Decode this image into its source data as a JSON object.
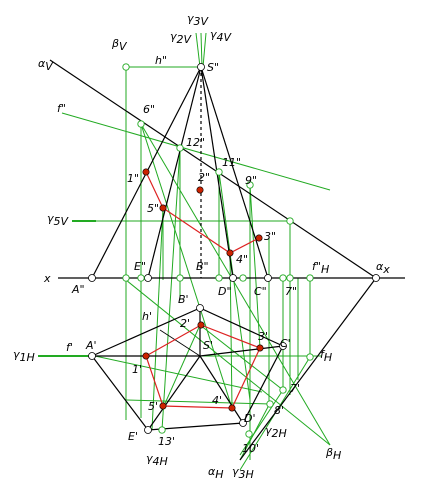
{
  "colors": {
    "black": "#000000",
    "green": "#22aa22",
    "red": "#dd2222",
    "point_fill": "#cc2200"
  },
  "labels": {
    "S2": "S\"",
    "h2": "h\"",
    "beta": "β",
    "betaV": "V",
    "g2": "γ",
    "g2s": "2V",
    "g3": "γ",
    "g3s": "3V",
    "g4": "γ",
    "g4s": "4V",
    "alpha": "α",
    "alphaV": "V",
    "f2": "f\"",
    "p6": "6\"",
    "p12": "12\"",
    "p11": "11\"",
    "p9": "9\"",
    "p1": "1\"",
    "p2": "2\"",
    "p5": "5\"",
    "p3": "3\"",
    "p4": "4\"",
    "g5": "γ",
    "g5s": "5V",
    "x": "x",
    "A2": "A\"",
    "E2": "E\"",
    "B2": "B\"",
    "D2": "D\"",
    "C2": "C\"",
    "p7": "7\"",
    "fH2": "f\"",
    "fH2s": "H",
    "ax": "α",
    "axs": "x",
    "B1": "B'",
    "h1": "h'",
    "p2p": "2'",
    "p3p": "3'",
    "A1": "A'",
    "S1": "S'",
    "C1": "C'",
    "g1": "γ",
    "g1s": "1H",
    "f1": "f'",
    "fH": "f",
    "fHs": "H",
    "p1p": "1'",
    "p7p": "7'",
    "p8p": "8'",
    "p5p": "5'",
    "p4p": "4'",
    "D1": "D'",
    "E1": "E'",
    "p13p": "13'",
    "g2H": "γ",
    "g2Hs": "2H",
    "p10p": "10'",
    "g4H": "γ",
    "g4Hs": "4H",
    "bH": "β",
    "bHs": "H",
    "aH": "α",
    "aHs": "H",
    "g3H": "γ",
    "g3Hs": "3H"
  }
}
